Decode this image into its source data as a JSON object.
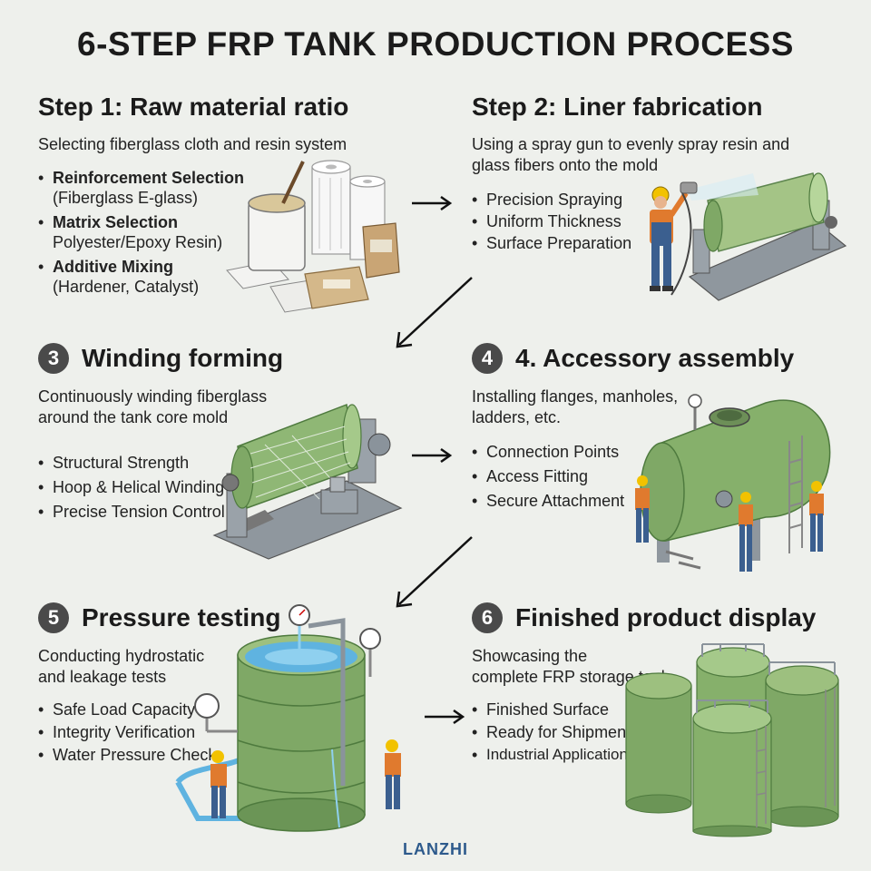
{
  "title": "6-STEP FRP TANK PRODUCTION PROCESS",
  "steps": [
    {
      "badge": "",
      "heading": "Step 1: Raw material ratio",
      "description": "Selecting fiberglass cloth and resin system",
      "items": [
        {
          "label": "Reinforcement Selection",
          "detail": "(Fiberglass E-glass)"
        },
        {
          "label": "Matrix Selection",
          "detail": "Polyester/Epoxy Resin)"
        },
        {
          "label": "Additive Mixing",
          "detail": "(Hardener, Catalyst)"
        }
      ]
    },
    {
      "badge": "",
      "heading": "Step 2: Liner fabrication",
      "description": "Using a spray gun to evenly spray resin and\nglass fibers onto the mold",
      "items": [
        "Precision Spraying",
        "Uniform Thickness",
        "Surface Preparation"
      ]
    },
    {
      "badge": "3",
      "heading": "Winding forming",
      "description": "Continuously winding fiberglass\naround the tank core mold",
      "items": [
        "Structural Strength",
        "Hoop & Helical Winding",
        "Precise Tension Control"
      ]
    },
    {
      "badge": "4",
      "heading": "4. Accessory assembly",
      "description": "Installing flanges, manholes,\nladders, etc.",
      "items": [
        "Connection Points",
        "Access Fitting",
        "Secure Attachment"
      ]
    },
    {
      "badge": "5",
      "heading": "Pressure testing",
      "description": "Conducting hydrostatic\nand leakage tests",
      "items": [
        "Safe Load Capacity",
        "Integrity Verification",
        "Water Pressure Check"
      ]
    },
    {
      "badge": "6",
      "heading": "Finished product display",
      "description": "Showcasing the\ncomplete FRP storage tank",
      "items": [
        "Finished Surface",
        "Ready for Shipment",
        "Industrial Applications"
      ]
    }
  ],
  "illustrations": {
    "step1": "raw-materials-icon",
    "step2": "spray-worker-icon",
    "step3": "winding-machine-icon",
    "step4": "assembly-tank-icon",
    "step5": "pressure-test-tank-icon",
    "step6": "finished-tanks-icon"
  },
  "colors": {
    "tank_green": "#7fa866",
    "tank_dark": "#4e7a3e",
    "metal": "#8a939b",
    "water": "#5fb3e0",
    "worker_orange": "#e07a2e",
    "worker_blue": "#3b5f8f",
    "badge": "#4a4a4a",
    "brand": "#2d5a8c"
  },
  "brand": "LANZHI"
}
